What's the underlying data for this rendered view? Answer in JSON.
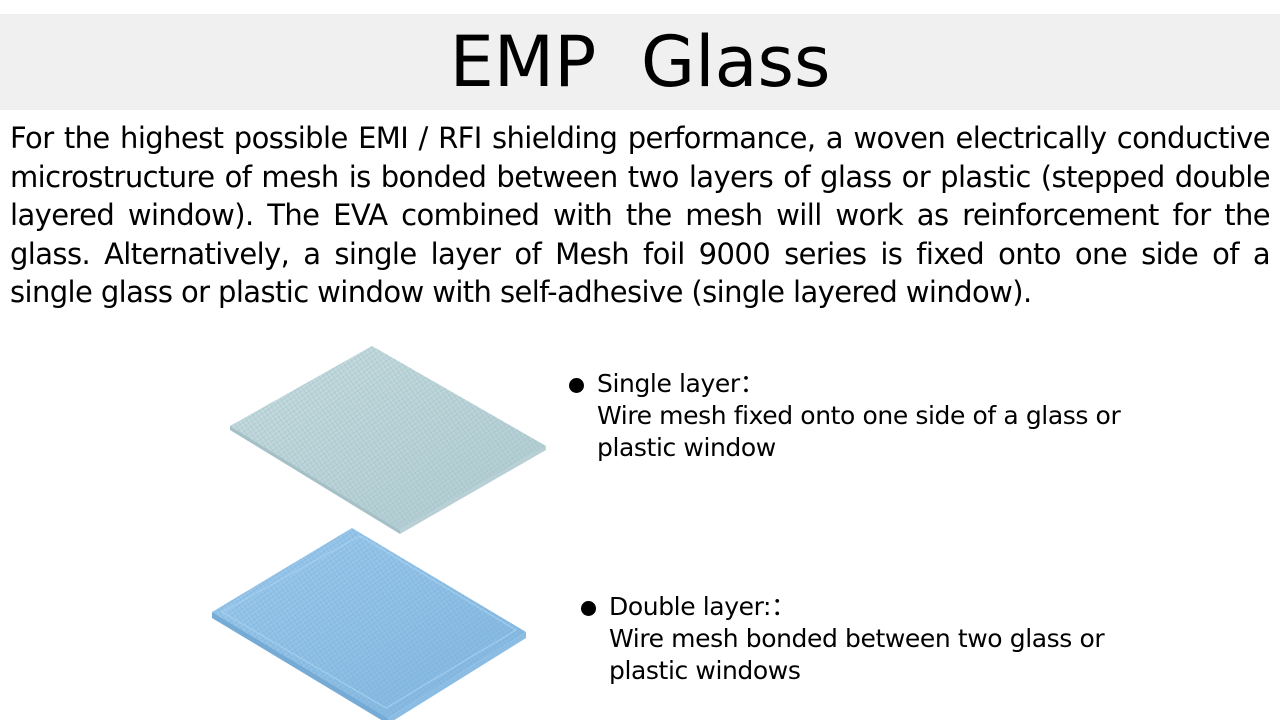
{
  "title": "EMP  Glass",
  "intro": "For the highest possible EMI / RFI shielding performance, a woven electrically conductive microstructure of mesh is bonded between two layers of glass or plastic (stepped double layered window). The EVA combined with the mesh will work as reinforcement for the glass. Alternatively, a single layer of Mesh foil 9000 series is fixed onto one side of a single glass or plastic window with self-adhesive (single layered window).",
  "bullets": [
    {
      "heading": "Single layer：",
      "line1": "Wire mesh fixed onto one side of a glass or",
      "line2": "plastic window"
    },
    {
      "heading": "Double layer:：",
      "line1": "Wire mesh bonded between two glass or",
      "line2": "plastic windows"
    }
  ],
  "colors": {
    "title_band": "#f0f0f0",
    "single_glass": "#b9d3d6",
    "double_glass": "#8fbfe3"
  }
}
